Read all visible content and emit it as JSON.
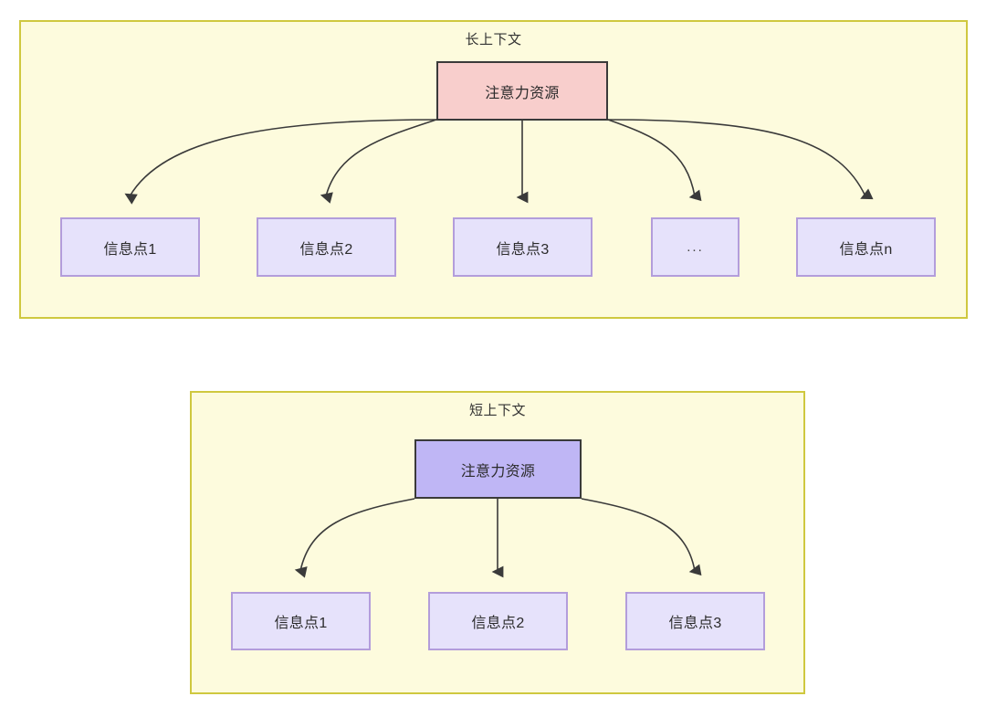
{
  "diagram": {
    "type": "flow-diagram",
    "background": "#ffffff",
    "panel_fill": "#fdfbdd",
    "panel_stroke": "#cfc83f",
    "edge_stroke": "#3a3a3a",
    "panels": [
      {
        "id": "long-context",
        "title": "长上下文",
        "root": {
          "label": "注意力资源",
          "fill": "#f8cecc",
          "stroke": "#3a3a3a"
        },
        "leaves": [
          {
            "label": "信息点1"
          },
          {
            "label": "信息点2"
          },
          {
            "label": "信息点3"
          },
          {
            "label": "..."
          },
          {
            "label": "信息点n"
          }
        ],
        "leaf_fill": "#e6e2fb",
        "leaf_stroke": "#b39ddb"
      },
      {
        "id": "short-context",
        "title": "短上下文",
        "root": {
          "label": "注意力资源",
          "fill": "#bfb6f5",
          "stroke": "#3a3a3a"
        },
        "leaves": [
          {
            "label": "信息点1"
          },
          {
            "label": "信息点2"
          },
          {
            "label": "信息点3"
          }
        ],
        "leaf_fill": "#e6e2fb",
        "leaf_stroke": "#b39ddb"
      }
    ]
  }
}
